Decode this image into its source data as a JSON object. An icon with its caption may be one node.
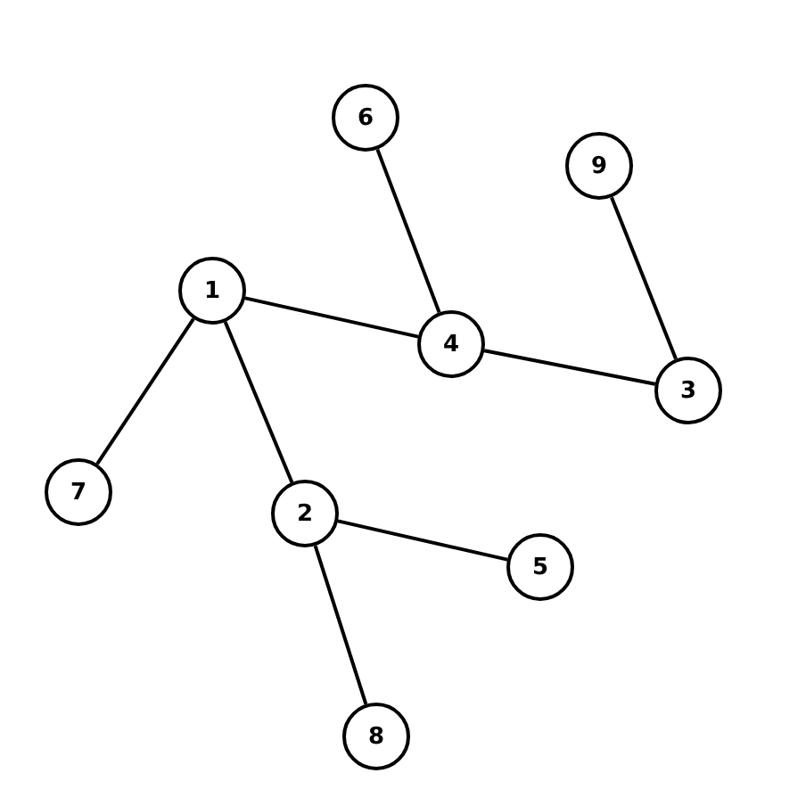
{
  "diagram": {
    "nodes": [
      {
        "text": [
          "6"
        ]
      },
      {
        "text": [
          "9"
        ]
      },
      {
        "text": [
          "1"
        ]
      },
      {
        "text": [
          "4"
        ]
      },
      {
        "text": [
          "3"
        ]
      },
      {
        "text": [
          "7"
        ]
      },
      {
        "text": [
          "2"
        ]
      },
      {
        "text": [
          "5"
        ]
      },
      {
        "text": [
          "8"
        ]
      }
    ],
    "edges": [
      {
        "from": 2,
        "to": 3,
        "arrow": "none"
      },
      {
        "from": 3,
        "to": 4,
        "arrow": "none"
      },
      {
        "from": 0,
        "to": 3,
        "arrow": "none"
      },
      {
        "from": 1,
        "to": 4,
        "arrow": "none"
      },
      {
        "from": 2,
        "to": 5,
        "arrow": "none"
      },
      {
        "from": 2,
        "to": 6,
        "arrow": "none"
      },
      {
        "from": 6,
        "to": 7,
        "arrow": "none"
      },
      {
        "from": 6,
        "to": 8,
        "arrow": "none"
      }
    ]
  }
}
